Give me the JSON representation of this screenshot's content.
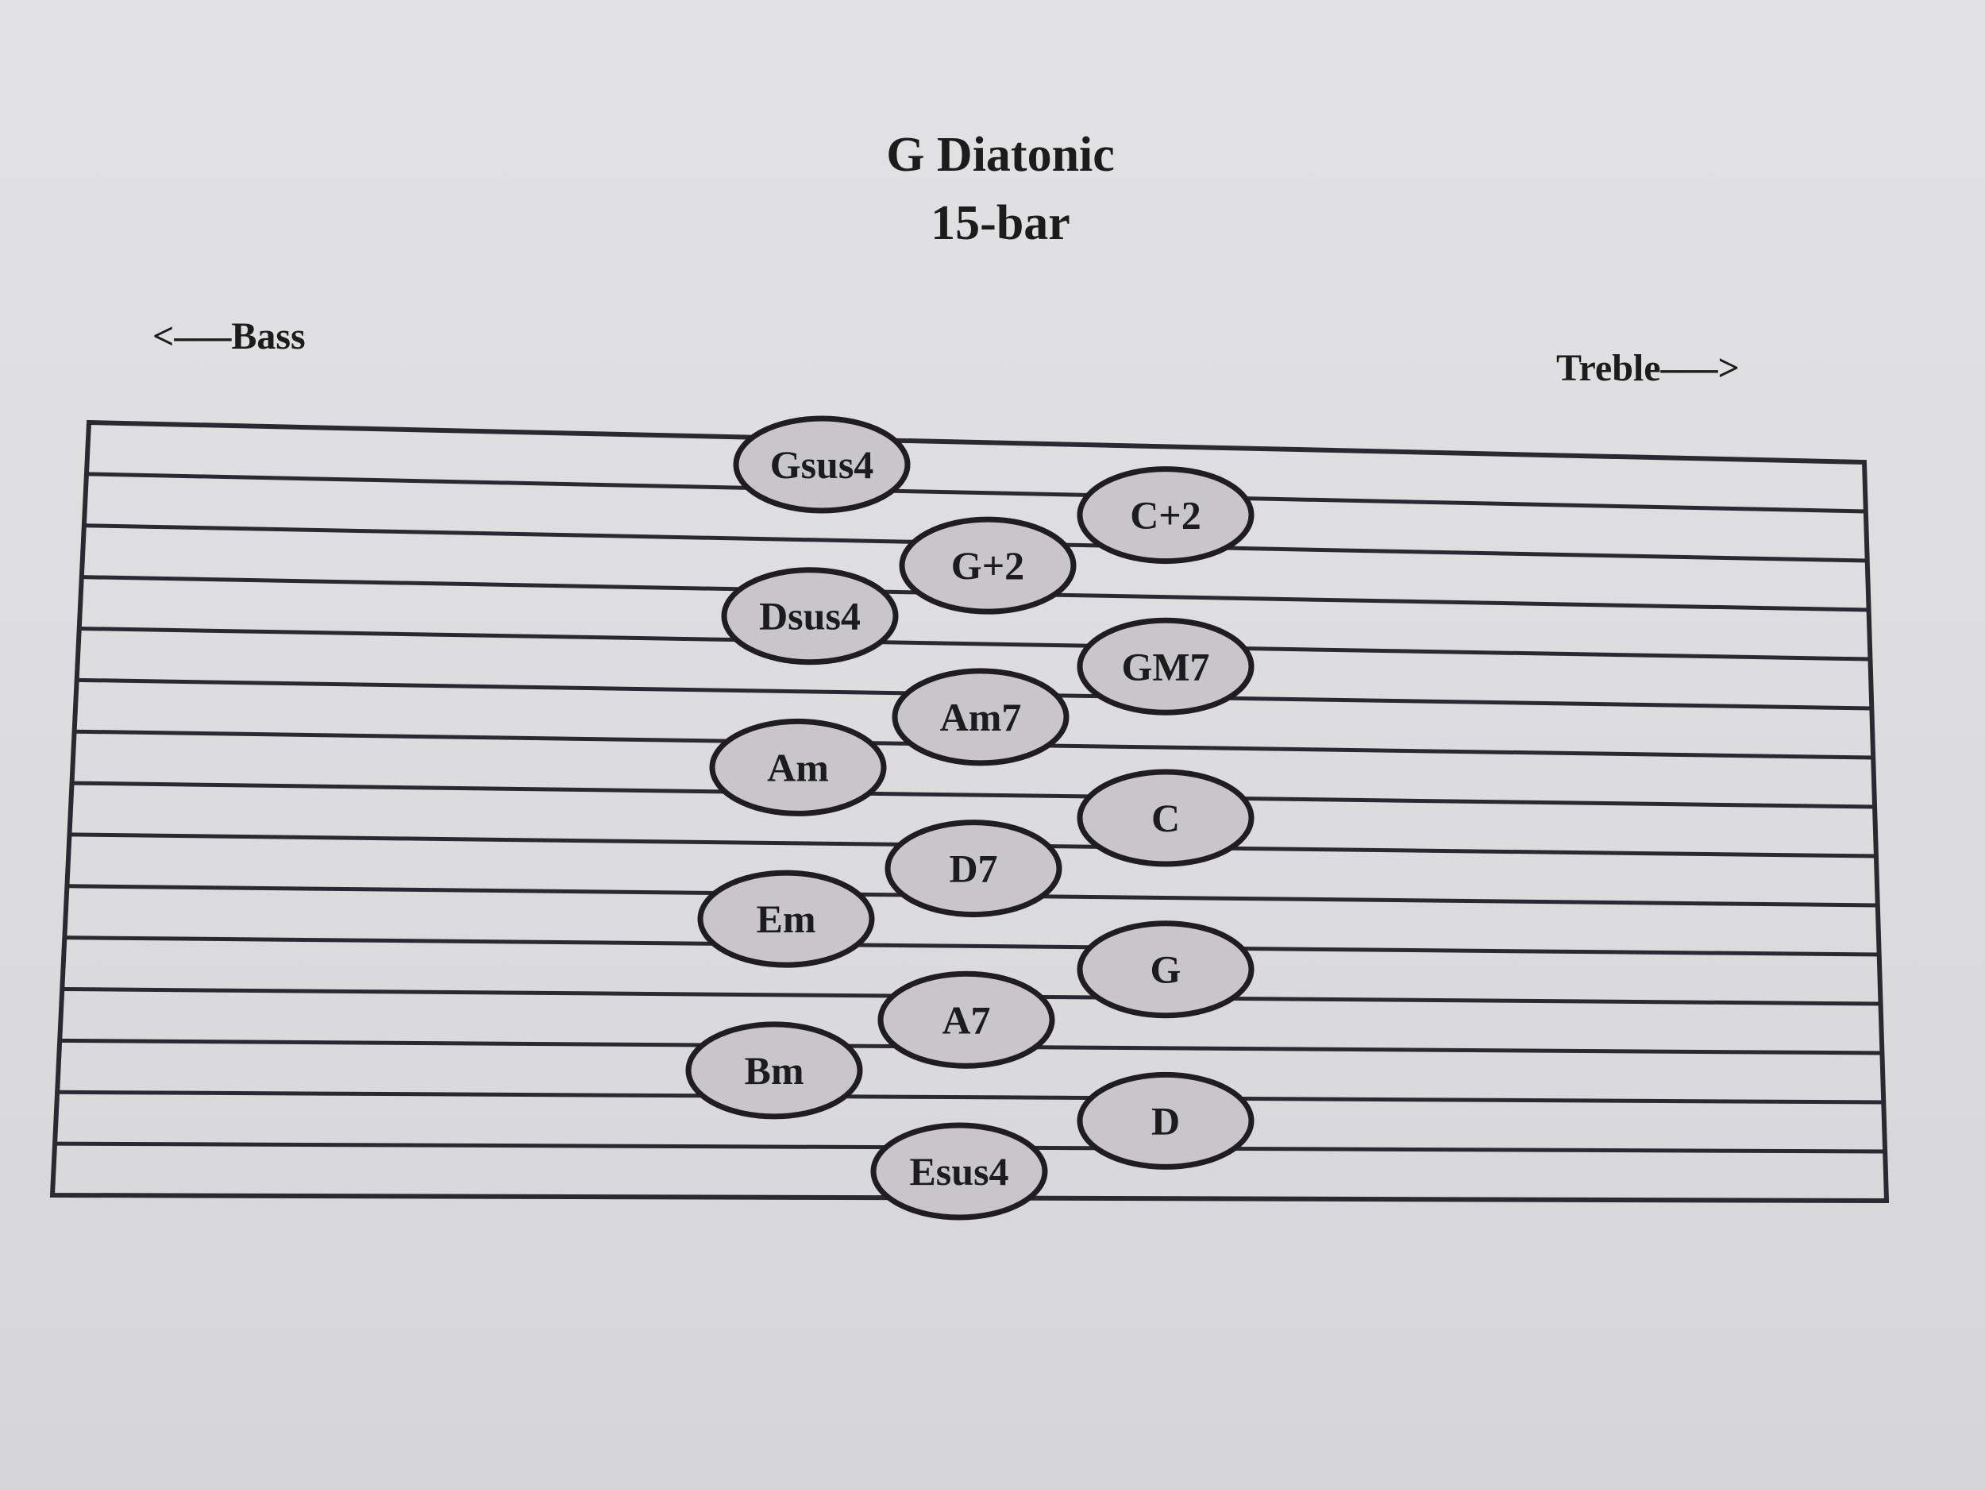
{
  "title": {
    "line1": "G Diatonic",
    "line2": "15-bar"
  },
  "direction": {
    "bass_label": "<–––Bass",
    "treble_label": "Treble–––>"
  },
  "board": {
    "bar_count": 15,
    "colors": {
      "line": "#2a2830",
      "button_fill": "#c8c6cb",
      "button_stroke": "#1f1d22",
      "text": "#1c1c1c"
    },
    "chord_buttons": [
      {
        "label": "Gsus4",
        "column": 1,
        "row": 1
      },
      {
        "label": "C+2",
        "column": 3,
        "row": 2
      },
      {
        "label": "G+2",
        "column": 2,
        "row": 3
      },
      {
        "label": "Dsus4",
        "column": 1,
        "row": 4
      },
      {
        "label": "GM7",
        "column": 3,
        "row": 5
      },
      {
        "label": "Am7",
        "column": 2,
        "row": 6
      },
      {
        "label": "Am",
        "column": 1,
        "row": 7
      },
      {
        "label": "C",
        "column": 3,
        "row": 8
      },
      {
        "label": "D7",
        "column": 2,
        "row": 9
      },
      {
        "label": "Em",
        "column": 1,
        "row": 10
      },
      {
        "label": "G",
        "column": 3,
        "row": 11
      },
      {
        "label": "A7",
        "column": 2,
        "row": 12
      },
      {
        "label": "Bm",
        "column": 1,
        "row": 13
      },
      {
        "label": "D",
        "column": 3,
        "row": 14
      },
      {
        "label": "Esus4",
        "column": 2,
        "row": 15
      }
    ]
  }
}
